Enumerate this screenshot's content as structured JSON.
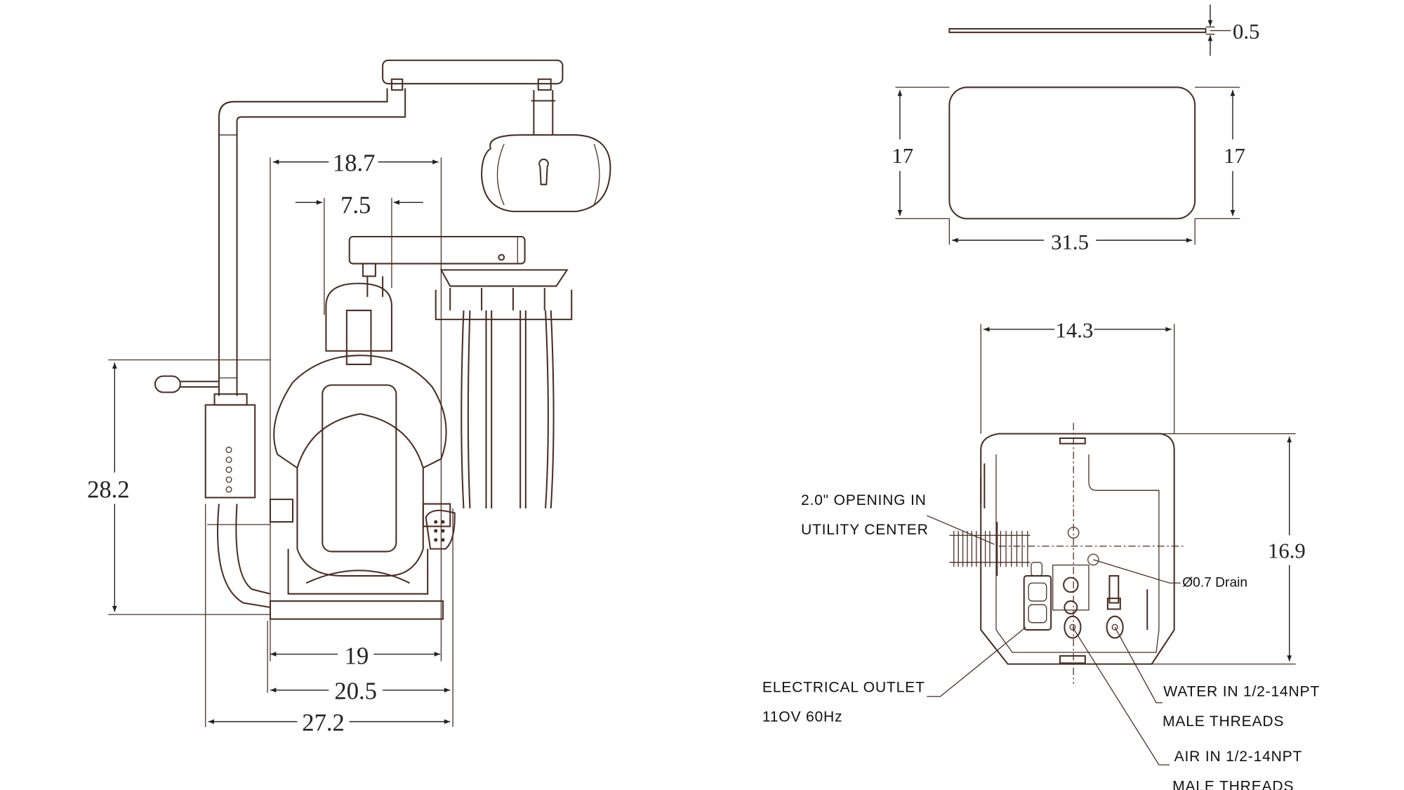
{
  "chair_view": {
    "dims": {
      "light_arm_width": "18.7",
      "headrest_width": "7.5",
      "height": "28.2",
      "base_width": "19",
      "chair_width": "20.5",
      "overall_width": "27.2"
    }
  },
  "tray_view": {
    "dims": {
      "thickness": "0.5",
      "depth_left": "17",
      "depth_right": "17",
      "width": "31.5"
    }
  },
  "utility_view": {
    "dims": {
      "width": "14.3",
      "depth": "16.9"
    },
    "callouts": {
      "opening_line1": "2.0\" OPENING  IN",
      "opening_line2": "UTILITY  CENTER",
      "drain": "Ø0.7 Drain",
      "outlet_line1": "ELECTRICAL  OUTLET",
      "outlet_line2": "11OV  60Hz",
      "water_line1": "WATER  IN  1/2-14NPT",
      "water_line2": "MALE  THREADS",
      "air_line1": "AIR  IN  1/2-14NPT",
      "air_line2": "MALE THREADS"
    }
  },
  "colors": {
    "line": "#4a2e24",
    "dimension": "#222222"
  }
}
